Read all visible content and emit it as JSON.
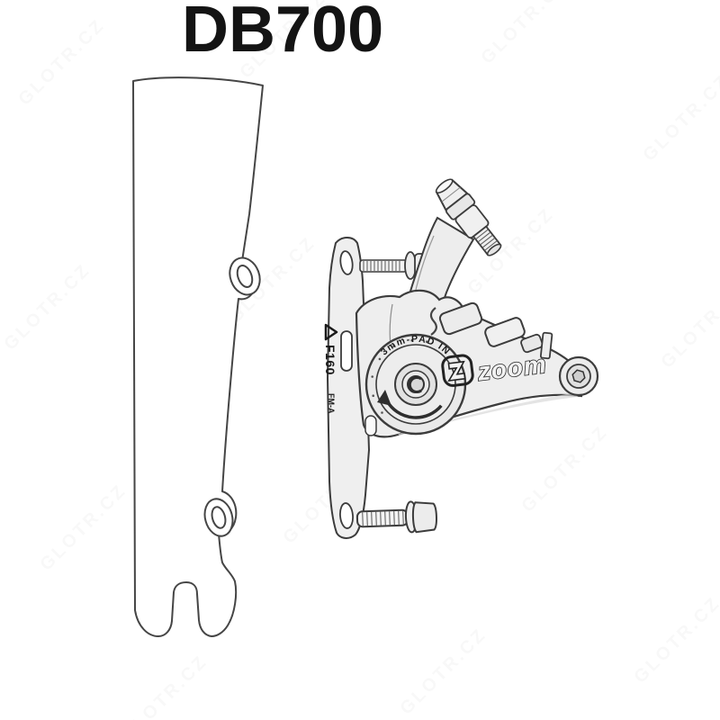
{
  "title": "DB700",
  "caliper": {
    "brand_wordmark": "zoom",
    "brand_icon": "zoom-z-logo-icon",
    "markings": {
      "pad_wear": "3mm-PAD IN",
      "rotor_size": "F160",
      "mount_type": "FM-A",
      "warning_icon": "warning-triangle-icon"
    }
  },
  "watermark": {
    "text": "GLOTR.CZ"
  },
  "colors": {
    "background": "#ffffff",
    "line": "#3a3a3a",
    "title": "#141414",
    "metal_fill": "#eeeeee"
  }
}
